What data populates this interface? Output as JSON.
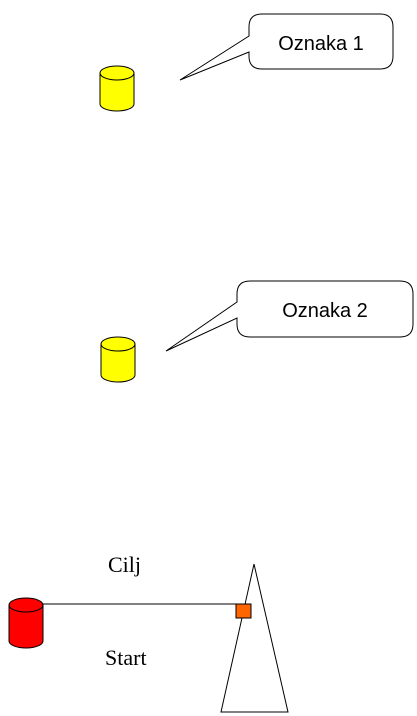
{
  "markers": [
    {
      "label": "Oznaka 1",
      "color": "#ffff00"
    },
    {
      "label": "Oznaka 2",
      "color": "#ffff00"
    }
  ],
  "finish_label": "Cilj",
  "start_label": "Start",
  "start_cone_color": "#ff0000",
  "flag_color": "#ff6600"
}
